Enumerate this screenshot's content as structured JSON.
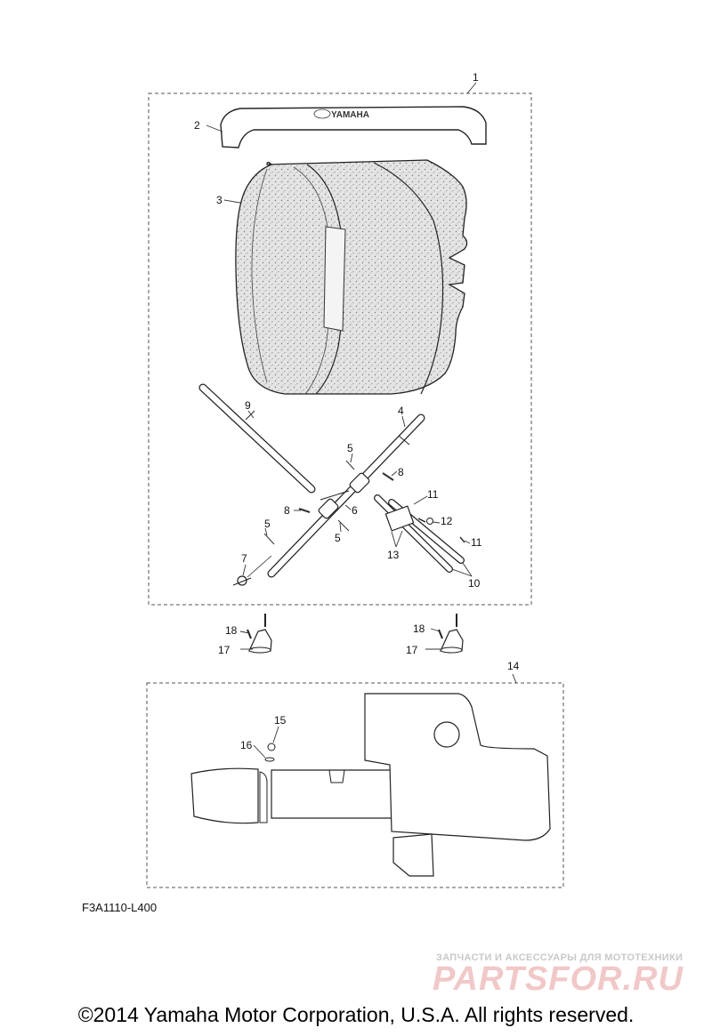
{
  "diagram": {
    "callouts": [
      "1",
      "2",
      "3",
      "4",
      "5",
      "5",
      "5",
      "6",
      "7",
      "8",
      "8",
      "9",
      "10",
      "11",
      "11",
      "12",
      "13",
      "14",
      "15",
      "16",
      "17",
      "17",
      "18",
      "18"
    ],
    "handle_logo": "YAMAHA",
    "part_code": "F3A1110-L400"
  },
  "watermark": {
    "subtitle": "ЗАПЧАСТИ И АКСЕССУАРЫ ДЛЯ МОТОТЕХНИКИ",
    "brand": "PARTSFOR.RU"
  },
  "footer": {
    "copyright": "©2014 Yamaha Motor Corporation, U.S.A. All rights reserved."
  }
}
